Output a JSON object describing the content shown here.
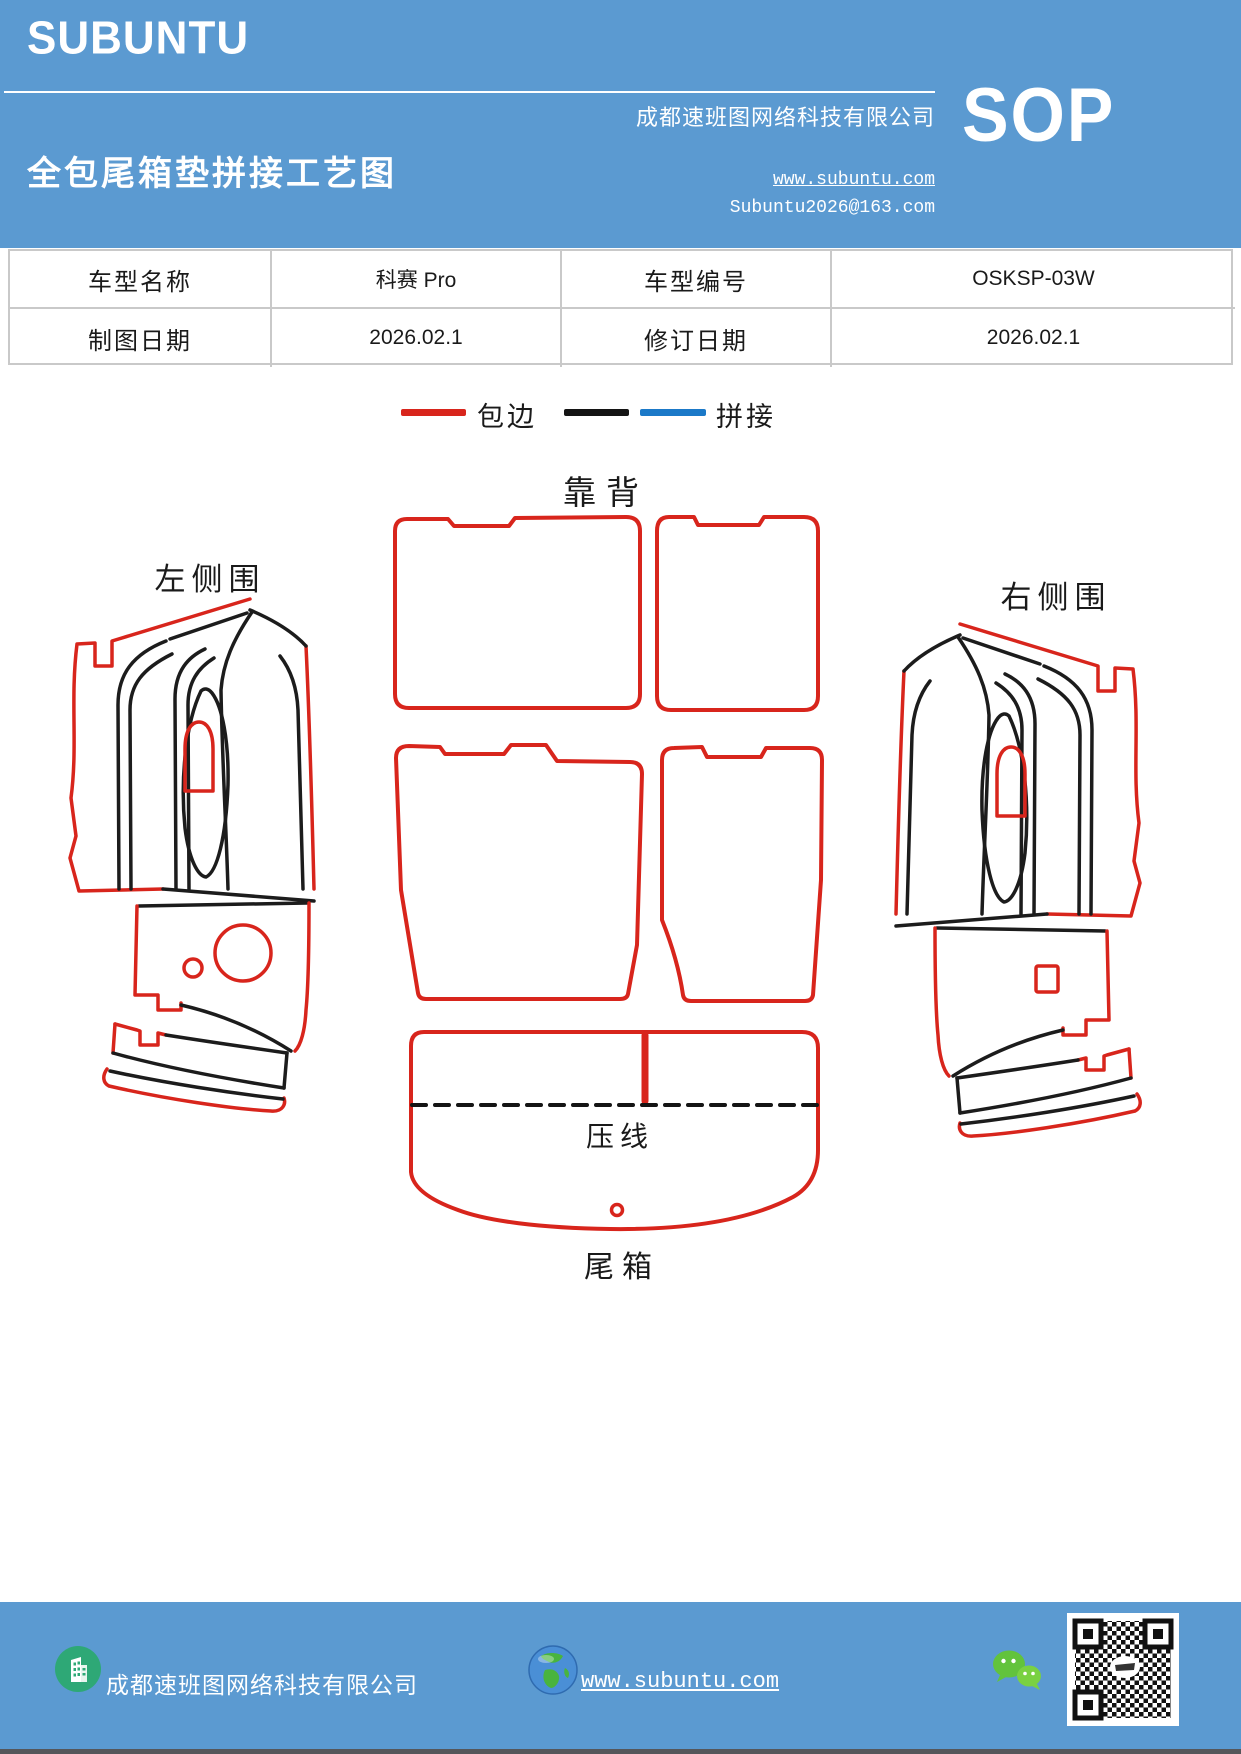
{
  "header": {
    "logo": "SUBUNTU",
    "company": "成都速班图网络科技有限公司",
    "title": "全包尾箱垫拼接工艺图",
    "sop": "SOP",
    "website": "www.subuntu.com",
    "email": "Subuntu2026@163.com"
  },
  "info_table": {
    "row1": {
      "c1": "车型名称",
      "c2": "科赛 Pro",
      "c3": "车型编号",
      "c4": "OSKSP-03W"
    },
    "row2": {
      "c1": "制图日期",
      "c2": "2026.02.1",
      "c3": "修订日期",
      "c4": "2026.02.1"
    }
  },
  "legend": {
    "baobian_label": "包边",
    "pinjie_label": "拼接"
  },
  "diagram": {
    "labels": {
      "backrest": "靠背",
      "left_side": "左侧围",
      "right_side": "右侧围",
      "press_line": "压线",
      "trunk": "尾箱"
    }
  },
  "footer": {
    "company": "成都速班图网络科技有限公司",
    "website": "www.subuntu.com",
    "icons": [
      "building-icon",
      "globe-icon",
      "wechat-icon",
      "qr-code"
    ]
  },
  "colors": {
    "banner_blue": "#5b9ad1",
    "edge_red": "#d8251c",
    "splice_black": "#141414",
    "splice_blue": "#1b79c8",
    "table_border": "#c9c9c9",
    "wechat_green": "#62c33c"
  }
}
